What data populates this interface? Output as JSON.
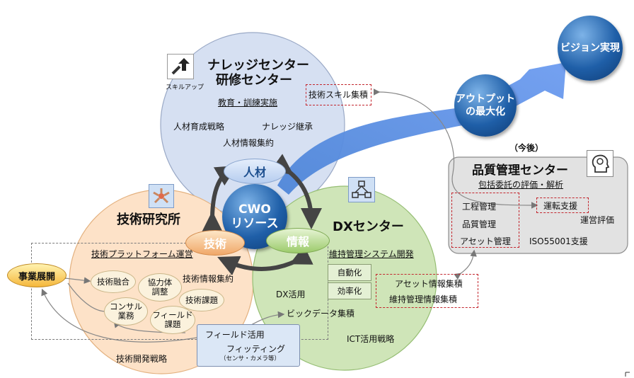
{
  "knowledge": {
    "title1": "ナレッジセンター",
    "title2": "研修センター",
    "sub": "教育・訓練実施",
    "i1": "人材育成戦略",
    "i2": "ナレッジ継承",
    "i3": "人材情報集約",
    "icon_label": "スキルアップ",
    "skill_box": "技術スキル集積"
  },
  "tech": {
    "title": "技術研究所",
    "platform": "技術プラットフォーム運営",
    "o1": "技術融合",
    "o2": "協力体\n調整",
    "o3": "技術課題",
    "o4": "コンサル\n業務",
    "o5": "フィールド\n課題",
    "info": "技術情報集約",
    "strategy": "技術開発戦略"
  },
  "dx": {
    "title": "DXセンター",
    "sub": "維持管理システム開発",
    "b1": "自動化",
    "b2": "効率化",
    "i1": "DX活用",
    "i2": "ビックデータ集積",
    "i3": "ICT活用戦略",
    "asset1": "アセット情報集積",
    "asset2": "維持管理情報集積"
  },
  "center": {
    "label": "CWO\nリソース",
    "jinzai": "人材",
    "gijutsu": "技術",
    "joho": "情報"
  },
  "jigyo": "事業展開",
  "field": {
    "l1": "フィールド活用",
    "l2": "フィッティング",
    "l3": "（センサ・カメラ等）"
  },
  "quality": {
    "future": "（今後）",
    "title": "品質管理センター",
    "sub": "包括委託の評価・解析",
    "k1": "工程管理",
    "k2": "品質管理",
    "k3": "アセット管理",
    "unten": "運転支援",
    "eval": "運営評価",
    "iso": "ISO55001支援"
  },
  "output": "アウトプット\nの最大化",
  "vision": "ビジョン実現"
}
